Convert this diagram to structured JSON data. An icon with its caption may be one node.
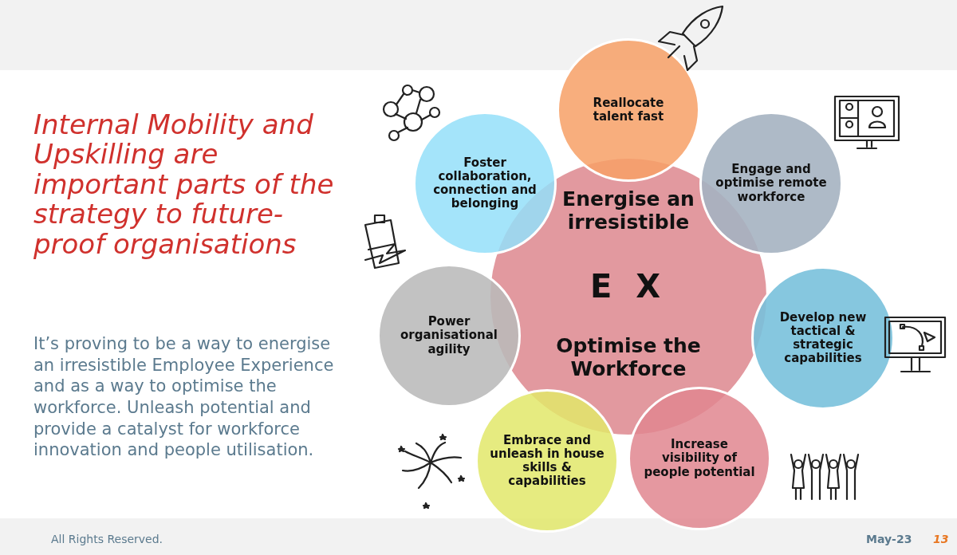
{
  "diagram": {
    "title": "Internal Mobility and Upskilling are important parts of the strategy to future-proof organisations",
    "nodes": [
      {
        "text": [
          "Energise an irresistible",
          "E X",
          "Optimise the Workforce"
        ]
      },
      {
        "text": [
          "Reallocate talent fast"
        ]
      },
      {
        "text": [
          "Engage and optimise remote workforce"
        ]
      },
      {
        "text": [
          "Develop new tactical & strategic capabilities"
        ]
      },
      {
        "text": [
          "Increase visibility of people potential"
        ]
      },
      {
        "text": [
          "Embrace and unleash in house skills & capabilities"
        ]
      },
      {
        "text": [
          "Power organisational agility"
        ]
      },
      {
        "text": [
          "Foster collaboration, connection and belonging"
        ]
      }
    ],
    "labels": [
      "It’s proving to be a way to energise an irresistible Employee Experience and as a way to optimise the workforce. Unleash potential and provide a catalyst for workforce innovation and people utilisation.",
      "All Rights Reserved.",
      "May-23",
      "13"
    ]
  }
}
